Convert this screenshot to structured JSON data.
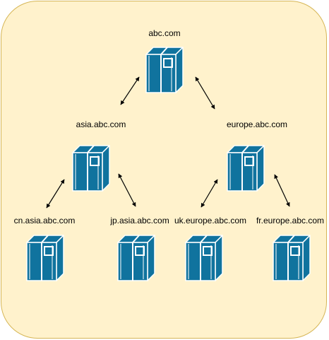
{
  "diagram": {
    "colors": {
      "background": "#fff2cc",
      "border": "#d6b656",
      "server": "#10739e",
      "arrow": "#000000"
    },
    "nodes": [
      {
        "id": "root",
        "label": "abc.com",
        "icon": "server-icon"
      },
      {
        "id": "asia",
        "label": "asia.abc.com",
        "icon": "server-icon"
      },
      {
        "id": "europe",
        "label": "europe.abc.com",
        "icon": "server-icon"
      },
      {
        "id": "cn",
        "label": "cn.asia.abc.com",
        "icon": "server-icon"
      },
      {
        "id": "jp",
        "label": "jp.asia.abc.com",
        "icon": "server-icon"
      },
      {
        "id": "uk",
        "label": "uk.europe.abc.com",
        "icon": "server-icon"
      },
      {
        "id": "fr",
        "label": "fr.europe.abc.com",
        "icon": "server-icon"
      }
    ],
    "edges": [
      {
        "from": "root",
        "to": "asia",
        "style": "bidirectional"
      },
      {
        "from": "root",
        "to": "europe",
        "style": "bidirectional"
      },
      {
        "from": "asia",
        "to": "cn",
        "style": "bidirectional"
      },
      {
        "from": "asia",
        "to": "jp",
        "style": "bidirectional"
      },
      {
        "from": "europe",
        "to": "uk",
        "style": "bidirectional"
      },
      {
        "from": "europe",
        "to": "fr",
        "style": "bidirectional"
      }
    ]
  }
}
